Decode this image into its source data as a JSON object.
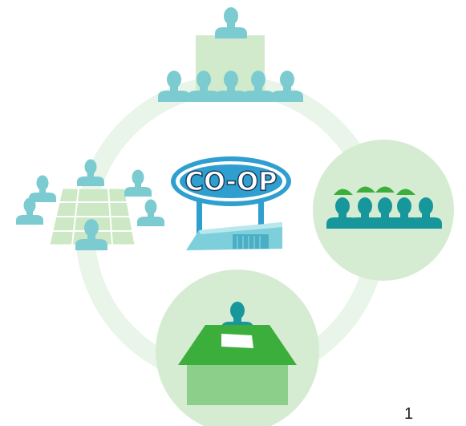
{
  "sign": {
    "text": "CO-OP"
  },
  "page_number": "1",
  "icons": {
    "ring": "cycle-ring",
    "top": "audience-with-speaker-icon",
    "left": "meeting-table-icon",
    "right": "workers-with-hard-hats-icon",
    "bottom": "ballot-box-voter-icon",
    "center": "co-op-store-icon"
  },
  "colors": {
    "figure_teal_light": "#7ccbd0",
    "figure_teal_dark": "#17979c",
    "ring": "#e8f5e8",
    "node_fill": "#d6ecd2",
    "green_dark": "#3cae3c",
    "green_light": "#8ccf8a",
    "table_green": "#cde8c4",
    "sign_blue": "#2f9fcf",
    "store_blue": "#7ecfdc"
  }
}
